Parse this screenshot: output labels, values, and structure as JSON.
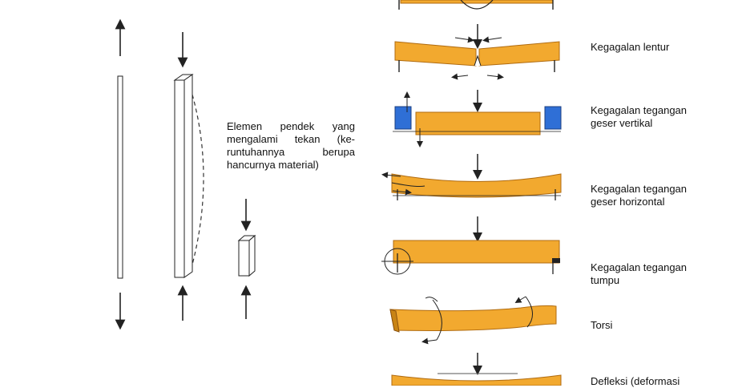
{
  "colors": {
    "beam": "#f2a92f",
    "beam_edge": "#b06b10",
    "support_block": "#2f6fd6",
    "line": "#222222",
    "paper": "#ffffff"
  },
  "short_element": {
    "lines": [
      "Elemen pendek yang",
      "mengalami tekan (ke-",
      "runtuhannya berupa",
      "hancurnya material)"
    ]
  },
  "failure_modes": [
    {
      "label_lines": [
        "Kegagalan lentur"
      ]
    },
    {
      "label_lines": [
        "Kegagalan tegangan",
        "geser vertikal"
      ]
    },
    {
      "label_lines": [
        "Kegagalan tegangan",
        "geser horizontal"
      ]
    },
    {
      "label_lines": [
        "Kegagalan tegangan",
        "tumpu"
      ]
    },
    {
      "label_lines": [
        "Torsi"
      ]
    },
    {
      "label_lines": [
        "Defleksi (deformasi"
      ]
    }
  ]
}
